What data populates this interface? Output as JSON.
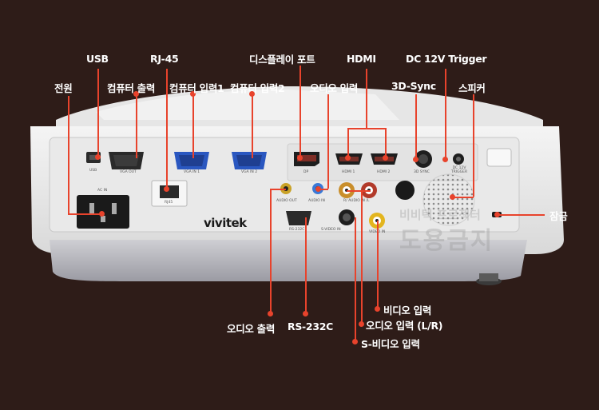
{
  "brand": "vivitek",
  "watermark": {
    "line1": "비비텍 프로젝터",
    "line2": "도용금지"
  },
  "callouts": {
    "power": "전원",
    "usb": "USB",
    "rj45": "RJ-45",
    "computer_out": "컴퓨터 출력",
    "computer_in1": "컴퓨터 입력1",
    "computer_in2": "컴퓨터 입력2",
    "displayport": "디스플레이 포트",
    "audio_in": "오디오 입력",
    "hdmi": "HDMI",
    "sync3d": "3D-Sync",
    "dc_trigger": "DC 12V Trigger",
    "speaker": "스피커",
    "lock": "잠금",
    "audio_out": "오디오 출력",
    "rs232c": "RS-232C",
    "video_in": "비디오 입력",
    "audio_in_lr": "오디오 입력 (L/R)",
    "svideo_in": "S-비디오 입력"
  },
  "panel_labels": {
    "usb": "USB",
    "vga_out": "VGA OUT",
    "vga_in1": "VGA IN 1",
    "vga_in2": "VGA IN 2",
    "dp": "DP",
    "hdmi1": "HDMI 1",
    "hdmi2": "HDMI 2",
    "sync3d": "3D SYNC",
    "dc_trigger": "DC 12V TRIGGER",
    "ac_in": "AC IN",
    "rj45": "RJ45",
    "audio_out": "AUDIO OUT",
    "audio_in": "AUDIO IN",
    "rl_audio_in": "R/ AUDIO IN /L",
    "rs232c": "RS-232C",
    "svideo_in": "S-VIDEO IN",
    "video_in": "VIDEO IN"
  },
  "colors": {
    "background": "#2e1c18",
    "accent": "#e8432c",
    "body": "#ececec"
  }
}
